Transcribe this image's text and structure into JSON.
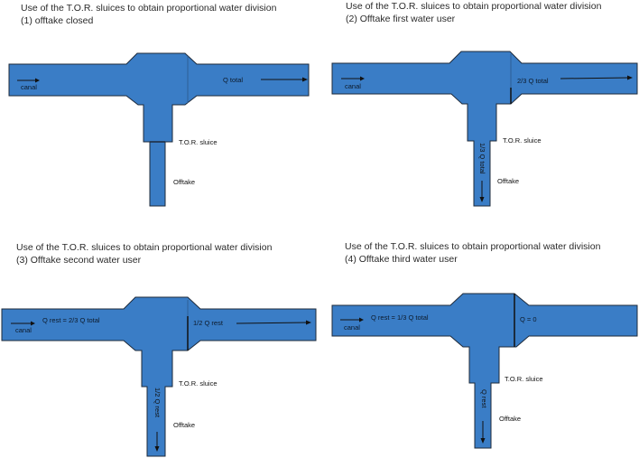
{
  "colors": {
    "water": "#3a7dc6",
    "outline": "#1e2a3a",
    "text": "#2a2a2a"
  },
  "panels": [
    {
      "title_line1": "Use of the T.O.R. sluices to obtain proportional water division",
      "title_line2": "(1) offtake closed",
      "canal_label": "canal",
      "upstream_label": "",
      "downstream_label": "Q total",
      "sluice_label": "T.O.R. sluice",
      "offtake_label": "Offtake",
      "offtake_flow_label": "",
      "divider_state": "open",
      "offtake_open": false
    },
    {
      "title_line1": "Use of the T.O.R. sluices to obtain proportional water division",
      "title_line2": "(2) Offtake first water user",
      "canal_label": "canal",
      "upstream_label": "",
      "downstream_label": "2/3 Q total",
      "sluice_label": "T.O.R. sluice",
      "offtake_label": "Offtake",
      "offtake_flow_label": "1/3 Q total",
      "divider_state": "partial-low",
      "offtake_open": true
    },
    {
      "title_line1": "Use of the T.O.R. sluices to obtain proportional water division",
      "title_line2": "(3) Offtake second water user",
      "canal_label": "canal",
      "upstream_label": "Q rest = 2/3 Q total",
      "downstream_label": "1/2 Q rest",
      "sluice_label": "T.O.R. sluice",
      "offtake_label": "Offtake",
      "offtake_flow_label": "1/2 Q rest",
      "divider_state": "partial-mid",
      "offtake_open": true
    },
    {
      "title_line1": "Use of the T.O.R. sluices to obtain proportional water division",
      "title_line2": "(4) Offtake third water user",
      "canal_label": "canal",
      "upstream_label": "Q rest = 1/3 Q total",
      "downstream_label": "Q = 0",
      "sluice_label": "T.O.R. sluice",
      "offtake_label": "Offtake",
      "offtake_flow_label": "Q rest",
      "divider_state": "closed",
      "offtake_open": true
    }
  ]
}
